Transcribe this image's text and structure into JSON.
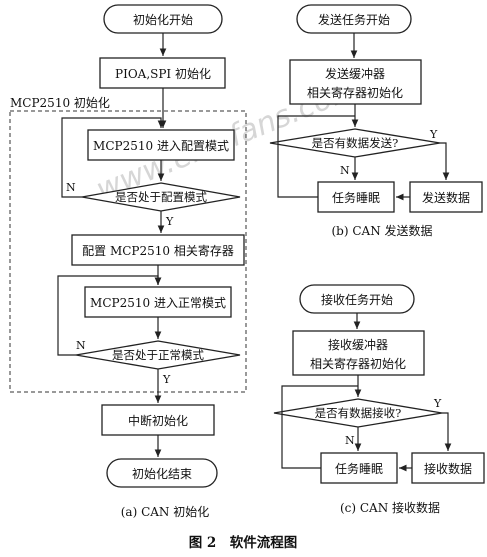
{
  "watermark": "www.elecfans.com",
  "chart_a": {
    "start": "初始化开始",
    "pioa_init": "PIOA,SPI 初始化",
    "group_label": "MCP2510 初始化",
    "config_mode": "MCP2510 进入配置模式",
    "is_config_mode": "是否处于配置模式",
    "config_regs": "配置 MCP2510 相关寄存器",
    "normal_mode": "MCP2510 进入正常模式",
    "is_normal_mode": "是否处于正常模式",
    "interrupt_init": "中断初始化",
    "end": "初始化结束",
    "caption": "(a) CAN 初始化"
  },
  "chart_b": {
    "start": "发送任务开始",
    "buffer_init_line1": "发送缓冲器",
    "buffer_init_line2": "相关寄存器初始化",
    "decision": "是否有数据发送?",
    "sleep": "任务睡眠",
    "send": "发送数据",
    "caption": "(b) CAN 发送数据"
  },
  "chart_c": {
    "start": "接收任务开始",
    "buffer_init_line1": "接收缓冲器",
    "buffer_init_line2": "相关寄存器初始化",
    "decision": "是否有数据接收?",
    "sleep": "任务睡眠",
    "receive": "接收数据",
    "caption": "(c) CAN 接收数据"
  },
  "labels": {
    "yes": "Y",
    "no": "N"
  },
  "figure_caption": "图 2　软件流程图"
}
